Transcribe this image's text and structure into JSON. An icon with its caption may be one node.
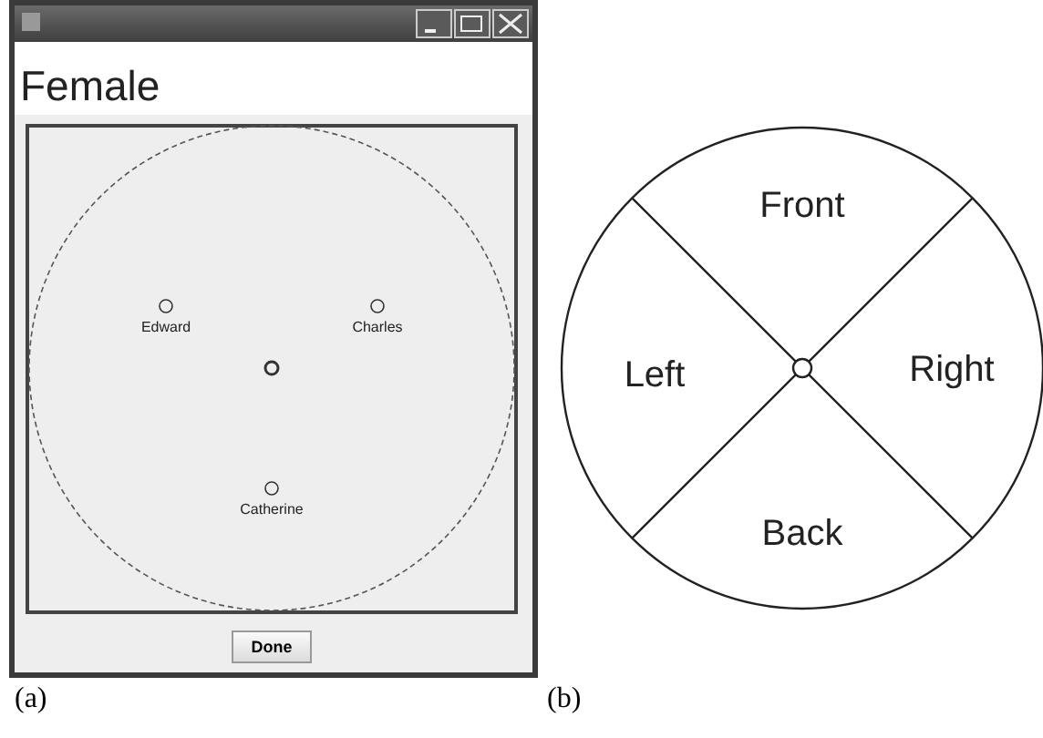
{
  "diagram": {
    "nodes": [
      {
        "text": [
          "Female"
        ]
      },
      {
        "text": [],
        "shape": "circle",
        "in": 0
      },
      {
        "text": [
          "Edward"
        ],
        "in": 1
      },
      {
        "text": [
          "Charles"
        ],
        "in": 1
      },
      {
        "text": [],
        "shape": "circle",
        "in": 1
      },
      {
        "text": [
          "Catherine"
        ],
        "in": 1
      },
      {
        "text": [
          "Front",
          "Left",
          "Right",
          "Back"
        ]
      },
      {
        "text": [],
        "shape": "circle",
        "in": 6
      }
    ],
    "labels": [
      "Done",
      "(a)",
      "(b)"
    ]
  }
}
